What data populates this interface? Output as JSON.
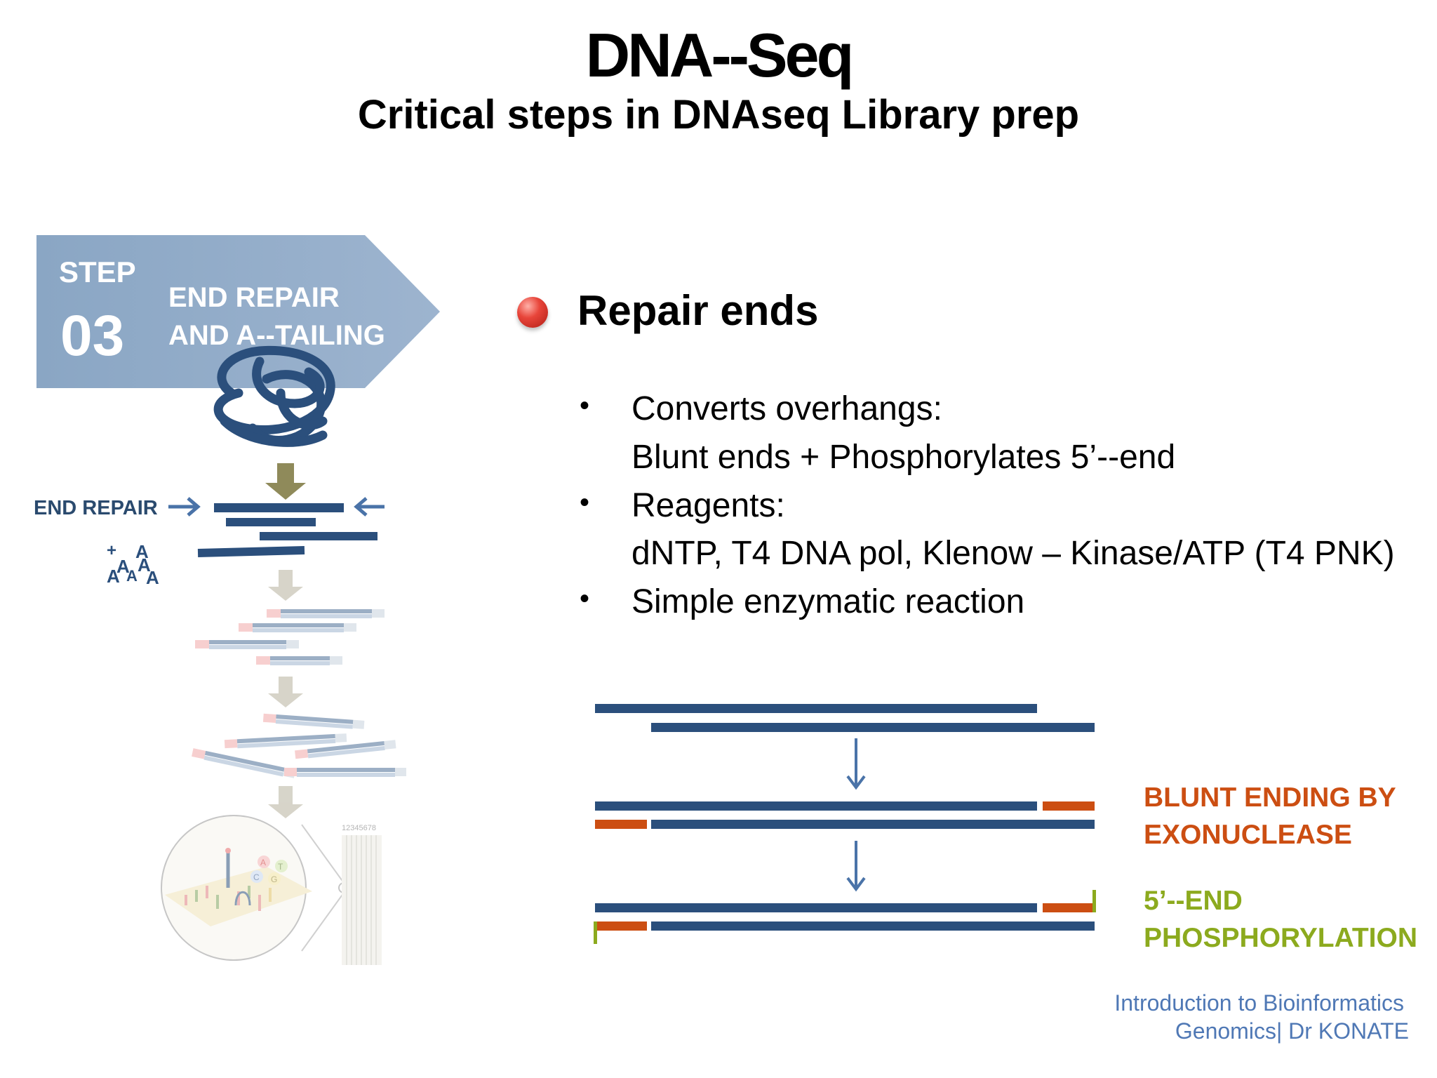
{
  "header": {
    "title": "DNA--Seq",
    "subtitle": "Critical steps in DNAseq Library prep"
  },
  "step": {
    "word": "STEP",
    "number": "03",
    "title_line1": "END REPAIR",
    "title_line2": "AND A--TAILING"
  },
  "left_diagram": {
    "end_repair_label": "END REPAIR",
    "plus_sign": "+",
    "a_letters": [
      "A",
      "A",
      "A",
      "A",
      "A",
      "A"
    ],
    "sequence_numbers": "12345678",
    "bases": [
      "A",
      "T",
      "C",
      "G"
    ]
  },
  "content": {
    "heading": "Repair ends",
    "bullets": [
      {
        "line1": "Converts overhangs:",
        "line2": "Blunt ends + Phosphorylates 5’--end"
      },
      {
        "line1": "Reagents:",
        "line2": "dNTP, T4 DNA pol, Klenow – Kinase/ATP (T4 PNK)"
      },
      {
        "line1": "Simple enzymatic reaction"
      }
    ]
  },
  "right_diagram": {
    "blunt_label_line1": "BLUNT ENDING BY",
    "blunt_label_line2": "EXONUCLEASE",
    "phos_label_line1": "5’--END",
    "phos_label_line2": "PHOSPHORYLATION"
  },
  "footer": {
    "line1": "Introduction to Bioinformatics",
    "line2": "Genomics| Dr KONATE"
  },
  "colors": {
    "strand": "#2b4f7c",
    "banner": "#8ea9c6",
    "blunt": "#cc4e12",
    "phos": "#8caa1e",
    "footer": "#4f78b5",
    "bullet": "#e8453a"
  }
}
